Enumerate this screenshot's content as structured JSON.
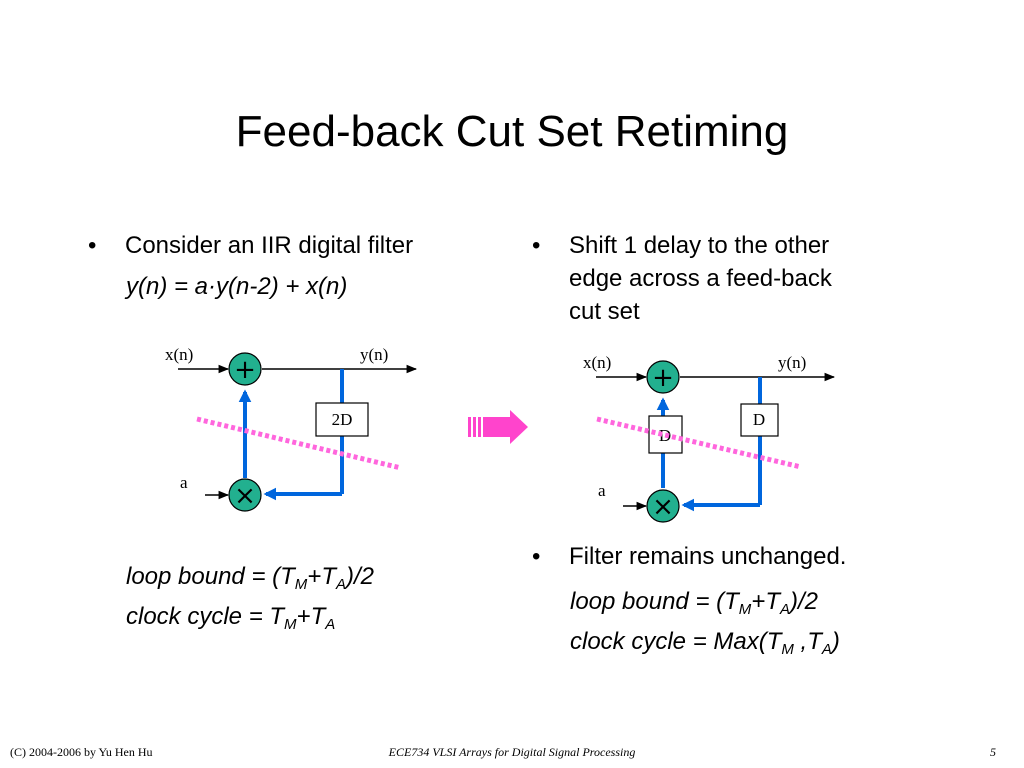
{
  "slide": {
    "title": "Feed-back Cut Set Retiming"
  },
  "left": {
    "bullet_symbol": "•",
    "bullet_text": "Consider an IIR digital filter",
    "equation": "y(n) = a·y(n-2) + x(n)",
    "diagram": {
      "input_label": "x(n)",
      "output_label": "y(n)",
      "coef_label": "a",
      "delay_label": "2D",
      "adder_symbol": "+",
      "mult_symbol": "×"
    },
    "loop_bound": {
      "prefix": "loop bound = (T",
      "sub1": "M",
      "mid": "+T",
      "sub2": "A",
      "suffix": ")/2"
    },
    "clock_cycle": {
      "prefix": "clock cycle = T",
      "sub1": "M",
      "mid": "+T",
      "sub2": "A"
    }
  },
  "right": {
    "bullet_symbol": "•",
    "bullet_text": "Shift 1 delay to the other\nedge across a feed-back\ncut set",
    "diagram": {
      "input_label": "x(n)",
      "output_label": "y(n)",
      "coef_label": "a",
      "delay_left_label": "D",
      "delay_right_label": "D",
      "adder_symbol": "+",
      "mult_symbol": "×"
    },
    "bullet2_symbol": "•",
    "bullet2_text": "Filter remains unchanged.",
    "loop_bound": {
      "prefix": "loop bound = (T",
      "sub1": "M",
      "mid": "+T",
      "sub2": "A",
      "suffix": ")/2"
    },
    "clock_cycle": {
      "prefix": "clock cycle = Max(T",
      "sub1": "M",
      "mid": " ,T",
      "sub2": "A",
      "suffix": ")"
    }
  },
  "footer": {
    "copyright": "(C) 2004-2006 by Yu Hen Hu",
    "course": "ECE734 VLSI Arrays for Digital Signal Processing",
    "page_number": "5"
  },
  "colors": {
    "wire_blue": "#0066dd",
    "node_green": "#22b08f",
    "cutset_pink": "#ff66dd",
    "arrow_magenta": "#ff44cc"
  }
}
